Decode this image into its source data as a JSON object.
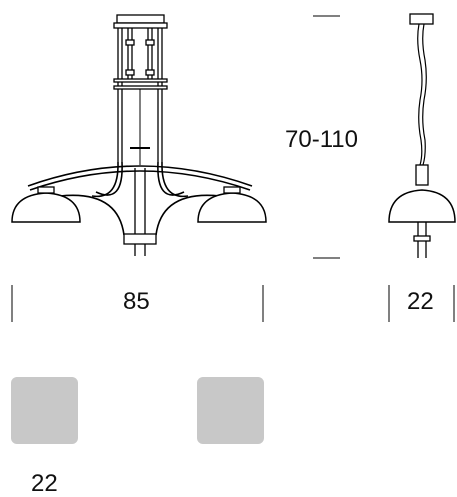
{
  "dimensions": {
    "height_range": "70-110",
    "width": "85",
    "depth": "22"
  },
  "finish_swatches": [
    {
      "color": "#c8c8c8"
    },
    {
      "color": "#c8c8c8"
    }
  ],
  "footer_label": "22",
  "colors": {
    "line": "#000000",
    "shade_fill": "#ffffff",
    "swatch": "#c8c8c8"
  }
}
